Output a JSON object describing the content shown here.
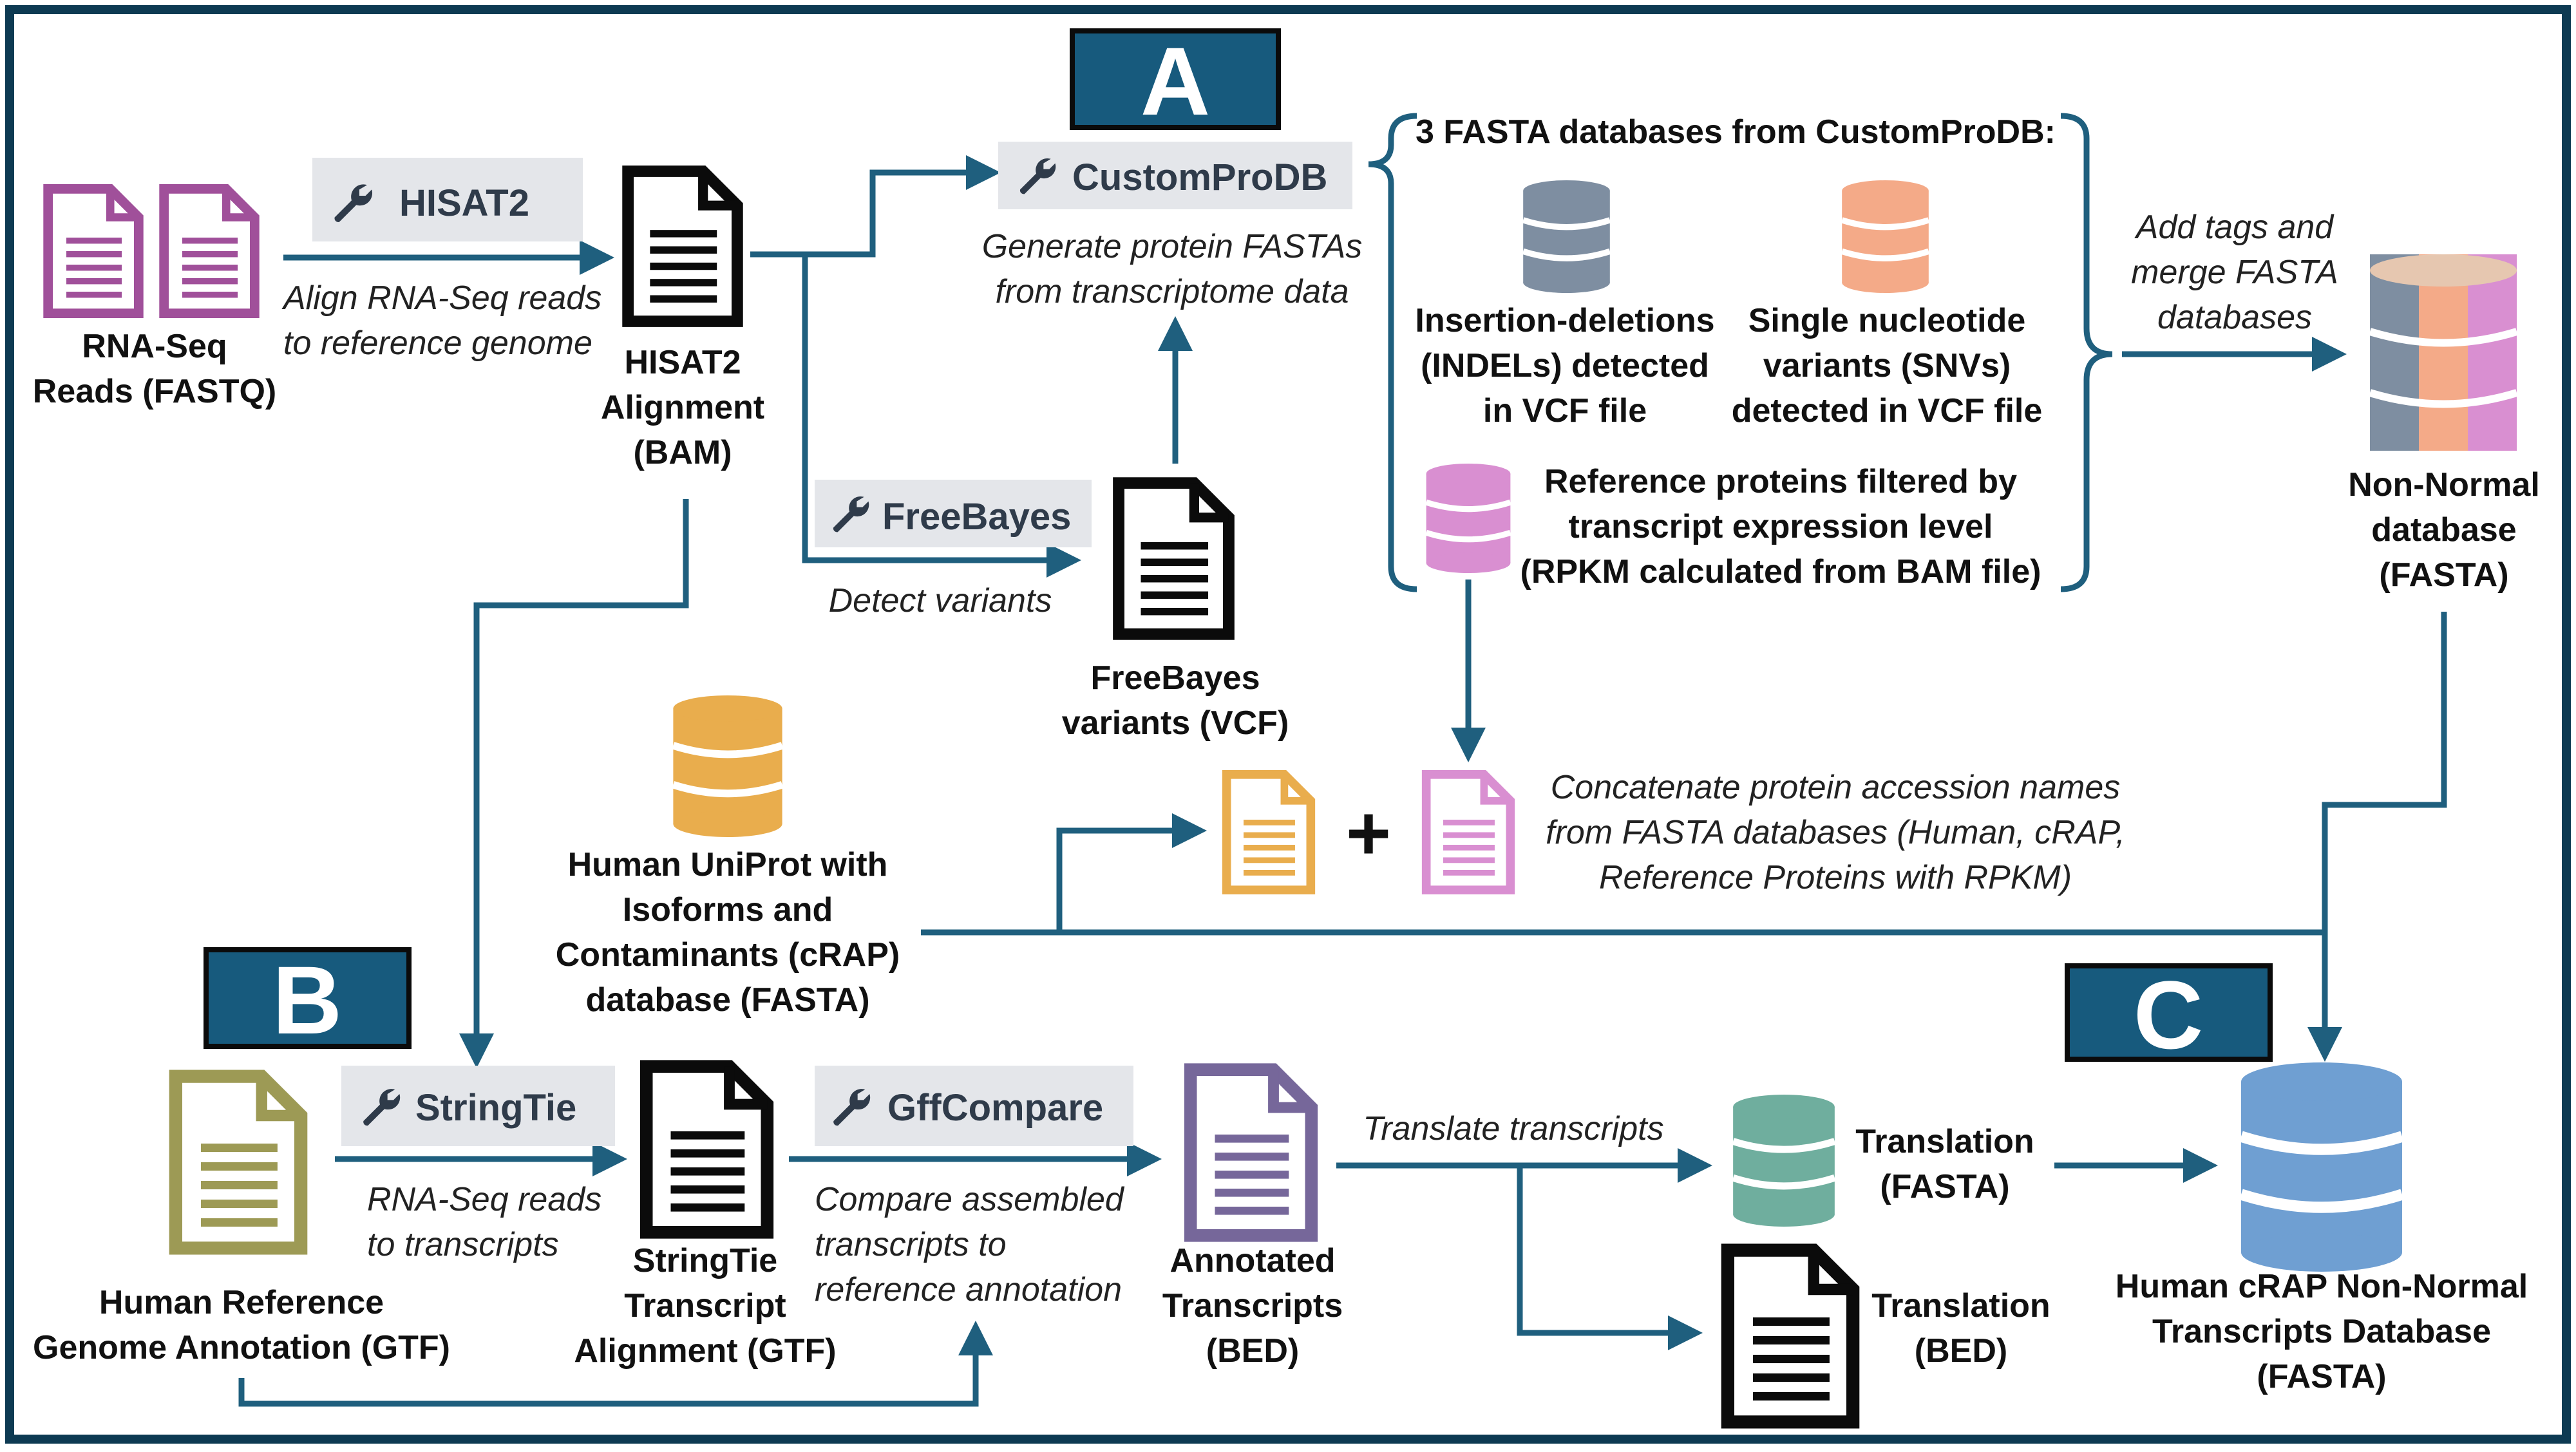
{
  "colors": {
    "frame": "#0d3a52",
    "arrow": "#1f5f7e",
    "section_fill": "#175a7d",
    "tool_fill": "#e4e6ea",
    "purple_doc": "#a0509a",
    "olive_doc": "#9d9a55",
    "slate_doc": "#76679a",
    "orange": "#e9ad4d",
    "pink": "#d98fd1",
    "gray_db": "#7e8ea1",
    "salmon_db": "#f4aa88",
    "teal_db": "#6fae9e",
    "blue_db": "#6f9fd2"
  },
  "icons": {
    "tool": "wrench-icon",
    "file": "document-icon",
    "database": "database-icon"
  },
  "sections": {
    "a": "A",
    "b": "B",
    "c": "C"
  },
  "tools": {
    "hisat2": "HISAT2",
    "customprodb": "CustomProDB",
    "freebayes": "FreeBayes",
    "stringtie": "StringTie",
    "gffcompare": "GffCompare"
  },
  "nodes": {
    "rnaseq": [
      "RNA-Seq",
      "Reads (FASTQ)"
    ],
    "hisat2_alignment": [
      "HISAT2",
      "Alignment",
      "(BAM)"
    ],
    "freebayes_variants": [
      "FreeBayes",
      "variants (VCF)"
    ],
    "uniprot": [
      "Human UniProt with",
      "Isoforms and",
      "Contaminants (cRAP)",
      "database (FASTA)"
    ],
    "nonnormal": [
      "Non-Normal",
      "database",
      "(FASTA)"
    ],
    "reference_annotation": [
      "Human Reference",
      "Genome Annotation (GTF)"
    ],
    "stringtie_alignment": [
      "StringTie",
      "Transcript",
      "Alignment (GTF)"
    ],
    "annotated": [
      "Annotated",
      "Transcripts",
      "(BED)"
    ],
    "translation_fasta": [
      "Translation",
      "(FASTA)"
    ],
    "translation_bed": [
      "Translation",
      "(BED)"
    ],
    "final_db": [
      "Human cRAP Non-Normal",
      "Transcripts Database",
      "(FASTA)"
    ],
    "fasta_header": "3 FASTA databases from CustomProDB:",
    "indels": [
      "Insertion-deletions",
      "(INDELs) detected",
      "in VCF file"
    ],
    "snvs": [
      "Single nucleotide",
      "variants (SNVs)",
      "detected in VCF file"
    ],
    "reference_proteins": [
      "Reference proteins filtered by",
      "transcript expression level",
      "(RPKM calculated from BAM file)"
    ]
  },
  "annotations": {
    "align": [
      "Align RNA-Seq reads",
      "to reference genome"
    ],
    "generate": [
      "Generate protein FASTAs",
      "from transcriptome data"
    ],
    "detect": "Detect variants",
    "merge": [
      "Add tags and",
      "merge FASTA",
      "databases"
    ],
    "concatenate": [
      "Concatenate protein accession names",
      "from FASTA databases (Human, cRAP,",
      "Reference Proteins with RPKM)"
    ],
    "rnaseq_transcripts": [
      "RNA-Seq reads",
      "to transcripts"
    ],
    "compare": [
      "Compare assembled",
      "transcripts to",
      "reference annotation"
    ],
    "translate": "Translate transcripts",
    "plus": "+"
  }
}
